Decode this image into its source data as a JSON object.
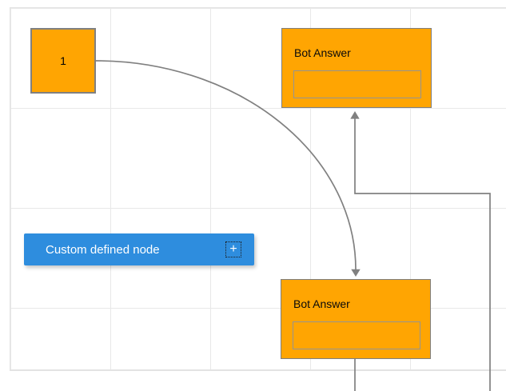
{
  "canvas": {
    "background": "#FFFFFF",
    "grid_color": "#E8E8E8",
    "border_color": "#E3E3E3"
  },
  "nodes": {
    "start": {
      "label": "1",
      "fill": "#FFA502",
      "border_color": "#808080"
    },
    "bot_answer_top": {
      "title": "Bot Answer",
      "fill": "#FFA502",
      "border_color": "#7F7F7F",
      "input_value": ""
    },
    "bot_answer_bottom": {
      "title": "Bot Answer",
      "fill": "#FFA502",
      "border_color": "#7F7F7F",
      "input_value": ""
    },
    "custom_defined": {
      "label": "Custom defined node",
      "fill": "#2E8DDE",
      "text_color": "#FFFFFF",
      "add_button_glyph": "+"
    }
  },
  "connectors": {
    "color": "#808080"
  }
}
